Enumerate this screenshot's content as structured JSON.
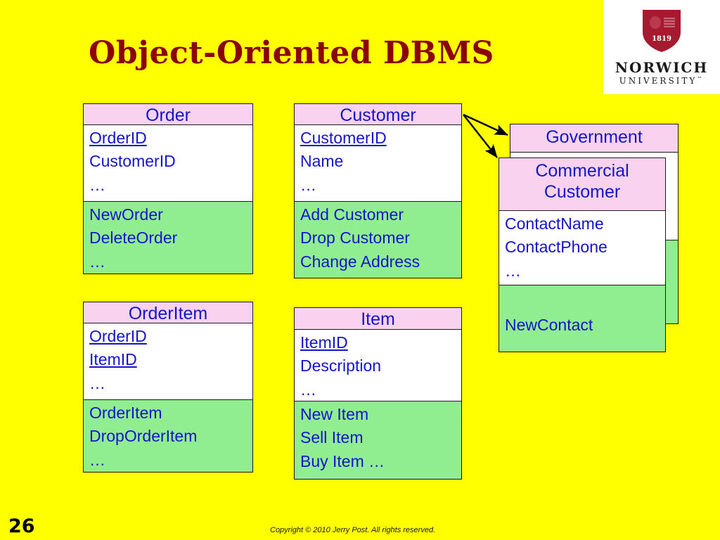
{
  "slide": {
    "title": "Object-Oriented DBMS",
    "background_color": "#FFFF00",
    "title_color": "#8B0000",
    "slide_number": "26",
    "copyright": "Copyright © 2010 Jerry Post.  All rights reserved."
  },
  "logo": {
    "name": "NORWICH",
    "sub": "UNIVERSITY",
    "trademark": "™",
    "founded_year": "1819",
    "shield_color": "#A6192E"
  },
  "palette": {
    "header_fill": "#F9D2F0",
    "attribute_fill": "#FFFFFF",
    "method_fill": "#90EE90",
    "text_color": "#1414CC",
    "border_color": "#1A1A1A"
  },
  "classes": {
    "order": {
      "name": "Order",
      "attributes": [
        "OrderID",
        "CustomerID",
        "…"
      ],
      "key_attributes": [
        "OrderID"
      ],
      "methods": [
        "NewOrder",
        "DeleteOrder",
        "…"
      ]
    },
    "customer": {
      "name": "Customer",
      "attributes": [
        "CustomerID",
        "Name",
        "…"
      ],
      "key_attributes": [
        "CustomerID"
      ],
      "methods": [
        "Add Customer",
        "Drop Customer",
        "Change Address"
      ]
    },
    "orderitem": {
      "name": "OrderItem",
      "attributes": [
        "OrderID",
        "ItemID",
        "…"
      ],
      "key_attributes": [
        "OrderID",
        "ItemID"
      ],
      "methods": [
        "OrderItem",
        "DropOrderItem",
        "…"
      ]
    },
    "item": {
      "name": "Item",
      "attributes": [
        "ItemID",
        "Description",
        "…"
      ],
      "key_attributes": [
        "ItemID"
      ],
      "methods": [
        "New Item",
        "Sell Item",
        "Buy Item …"
      ]
    },
    "government": {
      "name": "Government",
      "attributes": [],
      "methods": []
    },
    "commercial": {
      "name_line1": "Commercial",
      "name_line2": "Customer",
      "attributes": [
        "ContactName",
        "ContactPhone",
        "…"
      ],
      "methods": [
        "NewContact"
      ]
    }
  },
  "relationships": [
    {
      "from": "customer",
      "to": "government",
      "type": "inheritance-arrow"
    },
    {
      "from": "customer",
      "to": "commercial",
      "type": "inheritance-arrow"
    }
  ]
}
